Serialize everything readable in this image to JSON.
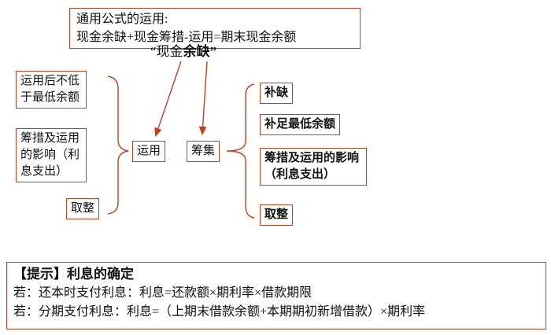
{
  "accent_color": "#c0401f",
  "formula_box": {
    "line1": "通用公式的运用:",
    "line2": "现金余缺+现金筹措-运用=期末现金余额"
  },
  "quote_label": {
    "normal": "“现金",
    "bold": "余缺”"
  },
  "left_boxes": [
    {
      "label": "运用后不低于最低余额"
    },
    {
      "label": "筹措及运用的影响（利息支出）"
    },
    {
      "label": "取整"
    }
  ],
  "center_boxes": [
    {
      "label": "运用"
    },
    {
      "label": "筹集"
    }
  ],
  "right_boxes": [
    {
      "label": "补缺"
    },
    {
      "label": "补足最低余额"
    },
    {
      "label": "筹措及运用的影响（利息支出）"
    },
    {
      "label": "取整"
    }
  ],
  "tip_box": {
    "title": "【提示】利息的确定",
    "line1": "若：还本时支付利息：利息=还款额×期利率×借款期限",
    "line2": "若：分期支付利息：利息=（上期末借款余额+本期期初新增借款）×期利率"
  }
}
